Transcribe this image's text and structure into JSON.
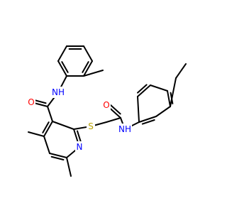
{
  "diagram": {
    "type": "chemical-structure",
    "colors": {
      "bond": "#000000",
      "nitrogen": "#0000ff",
      "oxygen": "#ff0000",
      "sulfur": "#b8a200"
    },
    "atoms": {
      "nh_amide_aryl": "NH",
      "o_amide_aryl": "O",
      "s_thioether": "S",
      "n_pyridine": "N",
      "o_acetamide": "O",
      "nh_acetamide": "NH"
    }
  }
}
